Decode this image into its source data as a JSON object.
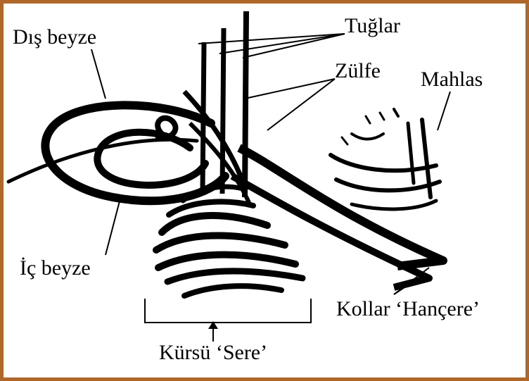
{
  "labels": {
    "dis_beyze": "Dış beyze",
    "tuglar": "Tuğlar",
    "zulfe": "Zülfe",
    "mahlas": "Mahlas",
    "ic_beyze": "İç beyze",
    "kollar": "Kollar ‘Hançere’",
    "kursu": "Kürsü ‘Sere’"
  },
  "colors": {
    "frame": "#b0672a",
    "ink": "#000000",
    "background": "#ffffff"
  }
}
